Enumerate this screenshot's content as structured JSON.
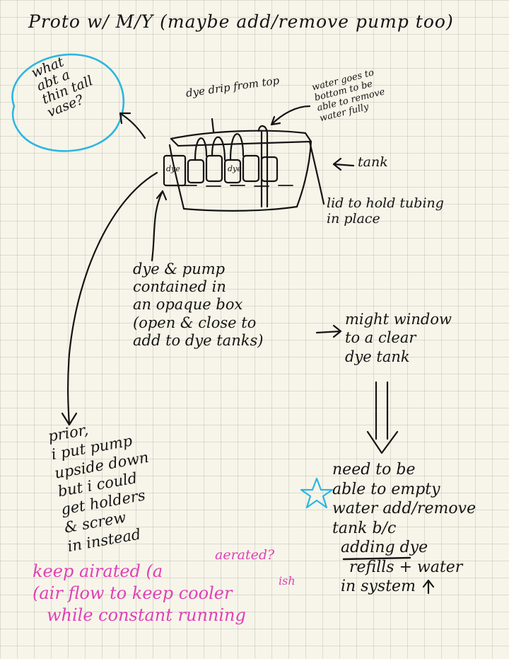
{
  "title": "Proto w/ M/Y (maybe add/remove pump too)",
  "bubble_note": "what\nabt a\nthin tall\nvase?",
  "annotations": {
    "dye_drip": "dye drip from top",
    "water_goes": "water goes to\nbottom to be\nable to remove\nwater fully",
    "tank": "tank",
    "lid": "lid to hold tubing\nin place"
  },
  "diagram_labels": {
    "dye_1": "dye",
    "dye_2": "dye"
  },
  "dye_pump_note": "dye & pump\ncontained in\nan opaque box\n(open & close to\nadd to dye tanks)",
  "window_note": "might window\nto a clear\ndye tank",
  "prior_note": "prior,\ni put pump\nupside down\nbut i could\nget holders\n& screw\nin instead",
  "empty_note": {
    "line1": "need to be",
    "line2": "able to empty",
    "line3": "water add/remove",
    "line4": "tank b/c",
    "struck": "adding",
    "line5_rest": " dye",
    "line6": "refills + water",
    "line7": "in system"
  },
  "keep_note": {
    "line1": "keep airated (a",
    "insert": "aerated?",
    "line2": "(air flow to keep cooler",
    "ish": "ish",
    "line3": "while constant running"
  },
  "colors": {
    "ink": "#141414",
    "bubble_blue": "#2bb6e3",
    "star_blue": "#2bb6e3",
    "pink": "#e040b6",
    "paper": "#f7f5e9"
  }
}
